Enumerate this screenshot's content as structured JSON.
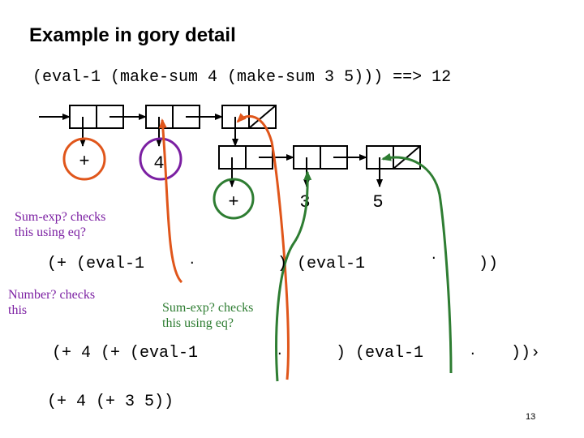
{
  "title": "Example in gory detail",
  "expression": "(eval-1 (make-sum 4 (make-sum 3 5))) ==> 12",
  "structure": {
    "outer_op": "+",
    "outer_arg": "4",
    "inner_op": "+",
    "inner_arg1": "3",
    "inner_arg2": "5"
  },
  "notes": {
    "sum_exp_left": "Sum-exp? checks\nthis using eq?",
    "number_check": "Number? checks\nthis",
    "sum_exp_mid": "Sum-exp? checks\nthis using eq?"
  },
  "steps": {
    "step1_a": "(+ (eval-1",
    "step1_dot1": ".",
    "step1_b": ") (eval-1",
    "step1_dot2": ".",
    "step1_c": "))",
    "step2_a": "(+ 4 (+ (eval-1",
    "step2_dot1": ".",
    "step2_b": ") (eval-1",
    "step2_dot2": ".",
    "step2_c": "))›",
    "step3": "(+ 4 (+ 3 5))"
  },
  "colors": {
    "orange_arrow": "#e0561b",
    "green_arrow": "#2e7d32",
    "purple_circle": "#7b1fa2",
    "box_stroke": "#000000"
  },
  "page_number": "13"
}
